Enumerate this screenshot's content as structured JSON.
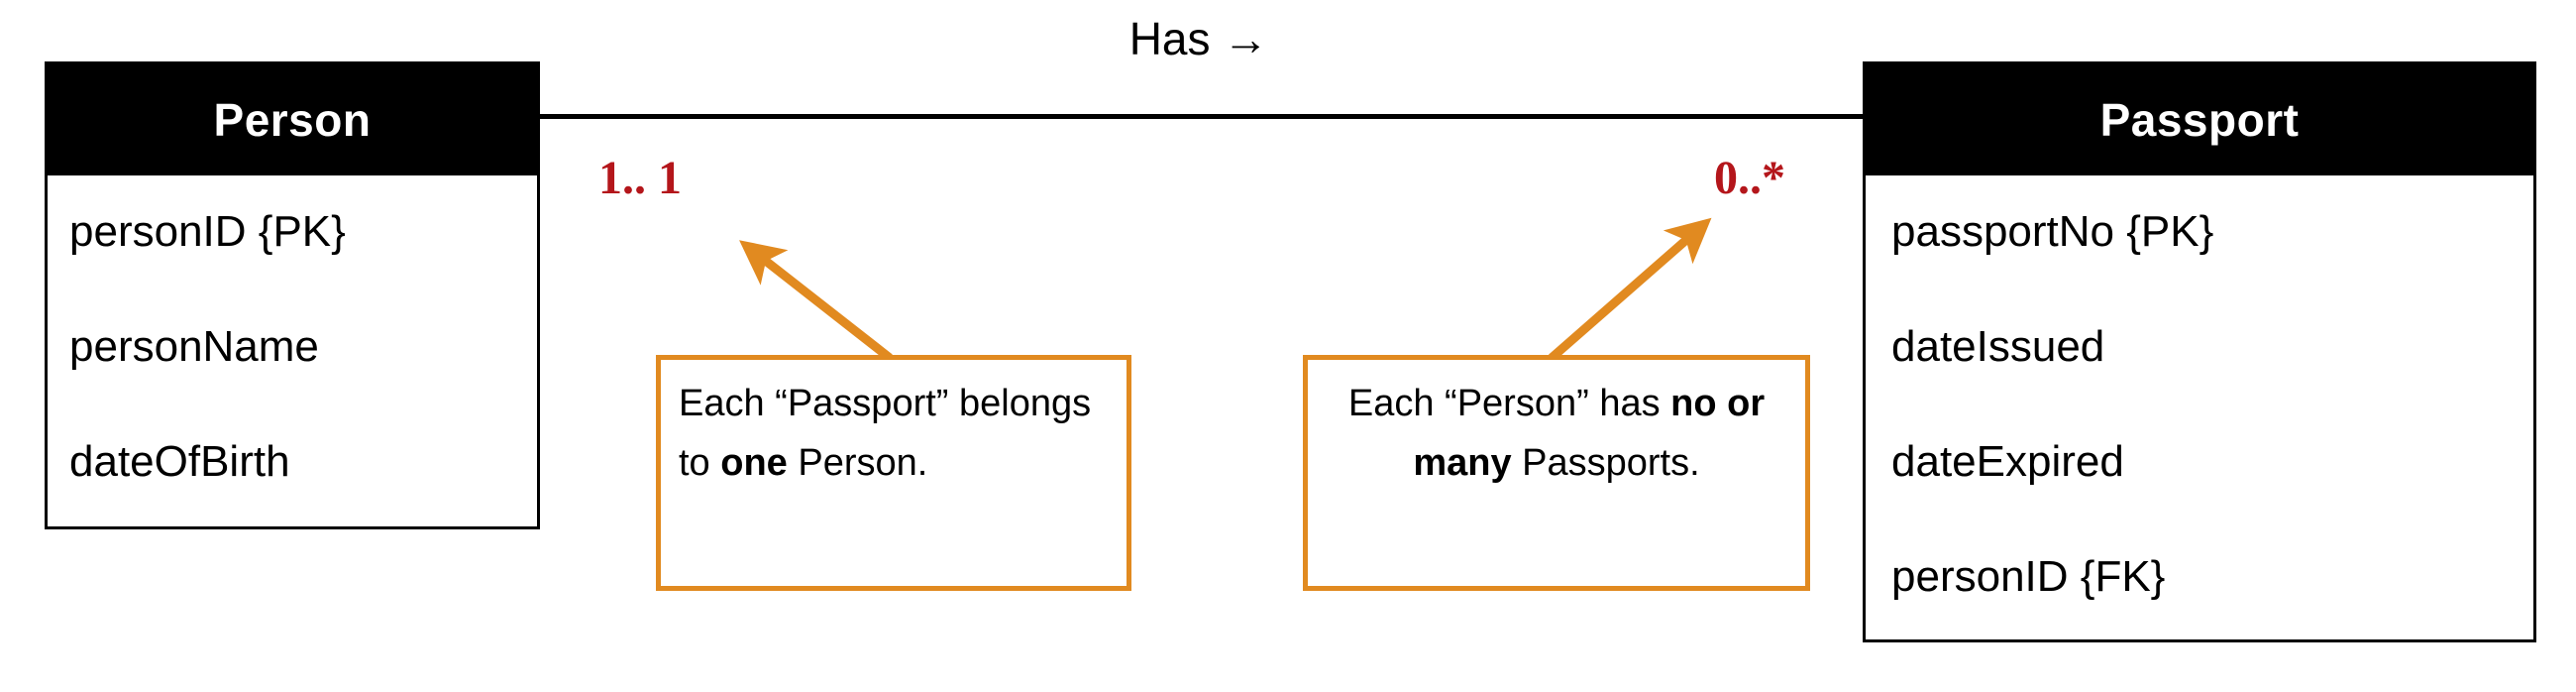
{
  "diagram": {
    "type": "uml-class-relationship",
    "association": {
      "label": "Has →",
      "line_color": "#000000"
    },
    "colors": {
      "entity_header_bg": "#000000",
      "entity_header_text": "#FFFFFF",
      "entity_border": "#000000",
      "note_border": "#E18A20",
      "arrow": "#E18A20",
      "multiplicity_text": "#B4161B"
    }
  },
  "entities": [
    {
      "name": "Person",
      "attributes": [
        "personID {PK}",
        "personName",
        "dateOfBirth"
      ]
    },
    {
      "name": "Passport",
      "attributes": [
        "passportNo {PK}",
        "dateIssued",
        "dateExpired",
        "personID {FK}"
      ]
    }
  ],
  "multiplicities": {
    "left": "1.. 1",
    "right": "0..*"
  },
  "notes": {
    "left": {
      "prefix": "Each “Passport” belongs to ",
      "emphasis": "one",
      "suffix": " Person."
    },
    "right": {
      "prefix": "Each “Person” has ",
      "emphasis": "no or many",
      "suffix": " Passports."
    }
  }
}
